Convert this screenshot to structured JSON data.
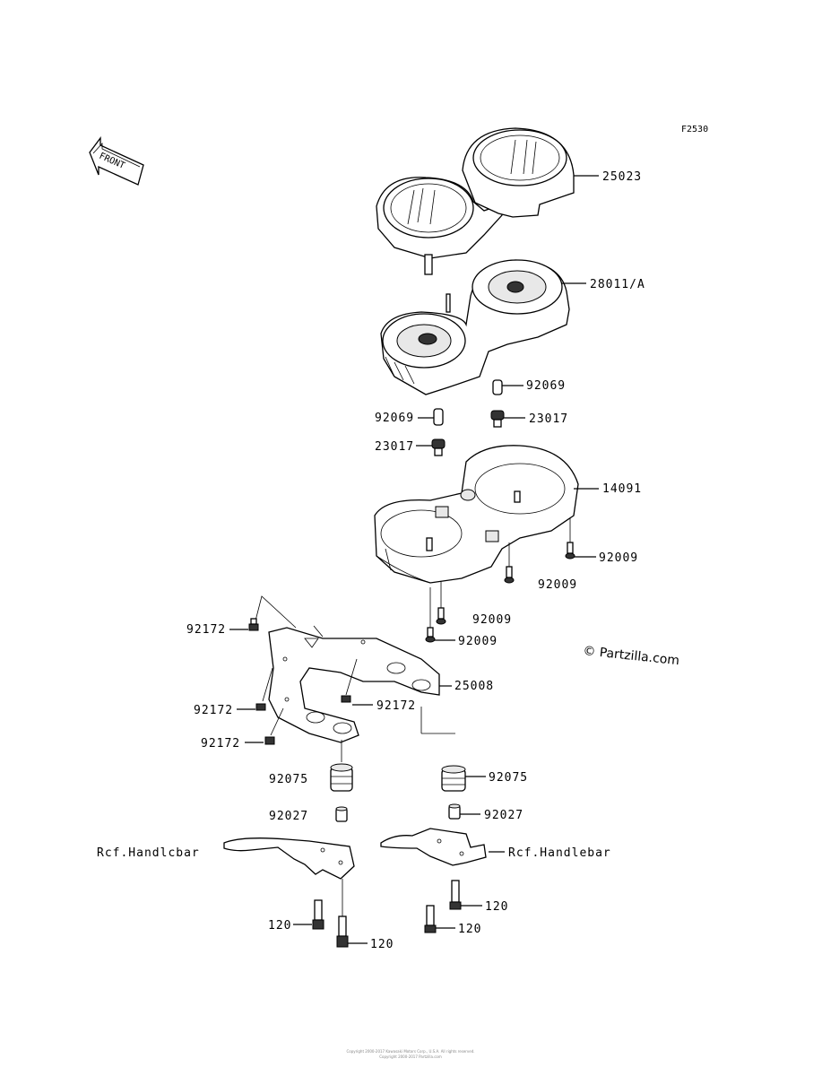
{
  "figure_id": "F2530",
  "front_arrow_label": "FRONT",
  "watermark": "© Partzilla.com",
  "part_labels": {
    "p25023": "25023",
    "p28011a": "28011/A",
    "p92069_r": "92069",
    "p92069_l": "92069",
    "p23017_r": "23017",
    "p23017_l": "23017",
    "p14091": "14091",
    "p92009_a": "92009",
    "p92009_b": "92009",
    "p92009_c": "92009",
    "p92009_d": "92009",
    "p92172_a": "92172",
    "p25008": "25008",
    "p92172_b": "92172",
    "p92172_c": "92172",
    "p92172_d": "92172",
    "p92075_l": "92075",
    "p92075_r": "92075",
    "p92027_l": "92027",
    "p92027_r": "92027",
    "ref_handlebar_l": "Rcf.Handlcbar",
    "ref_handlebar_r": "Rcf.Handlebar",
    "p120_a": "120",
    "p120_b": "120",
    "p120_c": "120",
    "p120_d": "120"
  },
  "footer": {
    "line1": "Copyright 2000-2017 Kawasaki Motors Corp., U.S.A. All rights reserved.",
    "line2": "Copyright 2000-2017 Partzilla.com"
  }
}
